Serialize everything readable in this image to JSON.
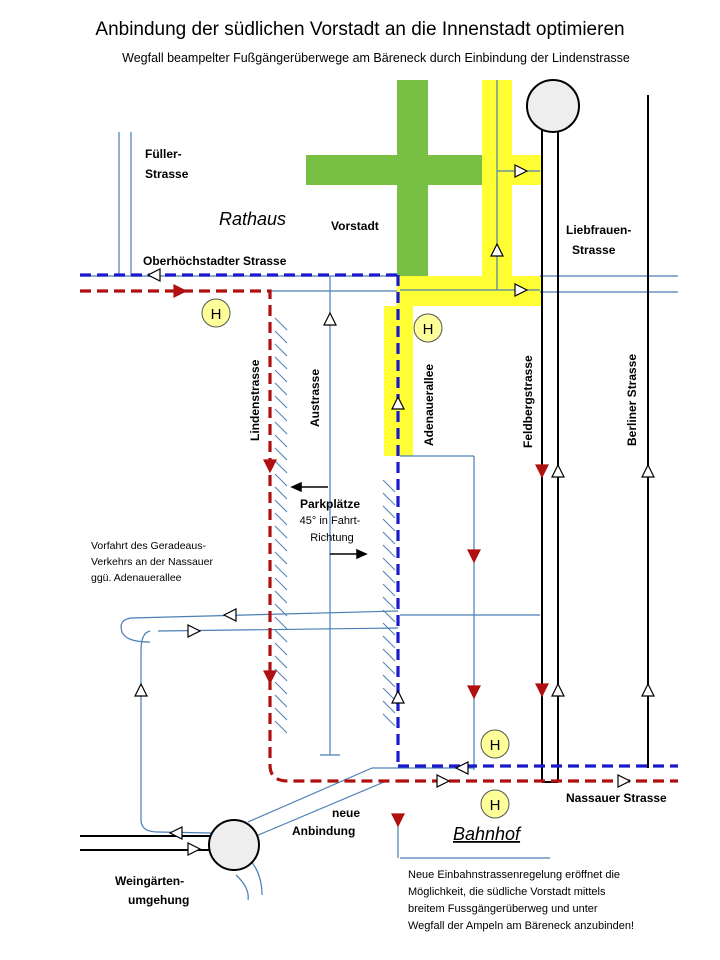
{
  "title": "Anbindung der südlichen Vorstadt an die Innenstadt optimieren",
  "subtitle": "Wegfall beampelter Fußgängerüberwege am Bäreneck durch Einbindung der Lindenstrasse",
  "streets": {
    "fueller_1": "Füller-",
    "fueller_2": "Strasse",
    "oberhoechstadter": "Oberhöchstadter Strasse",
    "vorstadt": "Vorstadt",
    "liebfrauen_1": "Liebfrauen-",
    "liebfrauen_2": "Strasse",
    "linden": "Lindenstrasse",
    "au": "Austrasse",
    "adenauer": "Adenauerallee",
    "feldberg": "Feldbergstrasse",
    "berliner": "Berliner Strasse",
    "nassauer": "Nassauer Strasse",
    "weingaerten_1": "Weingärten-",
    "weingaerten_2": "umgehung"
  },
  "places": {
    "rathaus": "Rathaus",
    "bahnhof": "Bahnhof"
  },
  "stop_label": "H",
  "parking": {
    "line1": "Parkplätze",
    "line2": "45° in Fahrt-",
    "line3": "Richtung"
  },
  "notes": {
    "vorfahrt_1": "Vorfahrt des Geradeaus-",
    "vorfahrt_2": "Verkehrs an der Nassauer",
    "vorfahrt_3": "ggü. Adenauerallee",
    "neue_1": "neue",
    "neue_2": "Anbindung",
    "bottom_1": "Neue Einbahnstrassenregelung eröffnet die",
    "bottom_2": "Möglichkeit, die südliche Vorstadt mittels",
    "bottom_3": "breitem Fussgängerüberweg und unter",
    "bottom_4": "Wegfall der Ampeln am Bäreneck anzubinden!"
  },
  "colors": {
    "blue_route": "#1a1acc",
    "red_route": "#b01010",
    "thin_street": "#4a7fb5",
    "pedestrian_zone": "#ffff33",
    "green_zone": "#77c043",
    "stop_fill": "#ffff99",
    "roundabout_fill": "#eeeeee"
  }
}
